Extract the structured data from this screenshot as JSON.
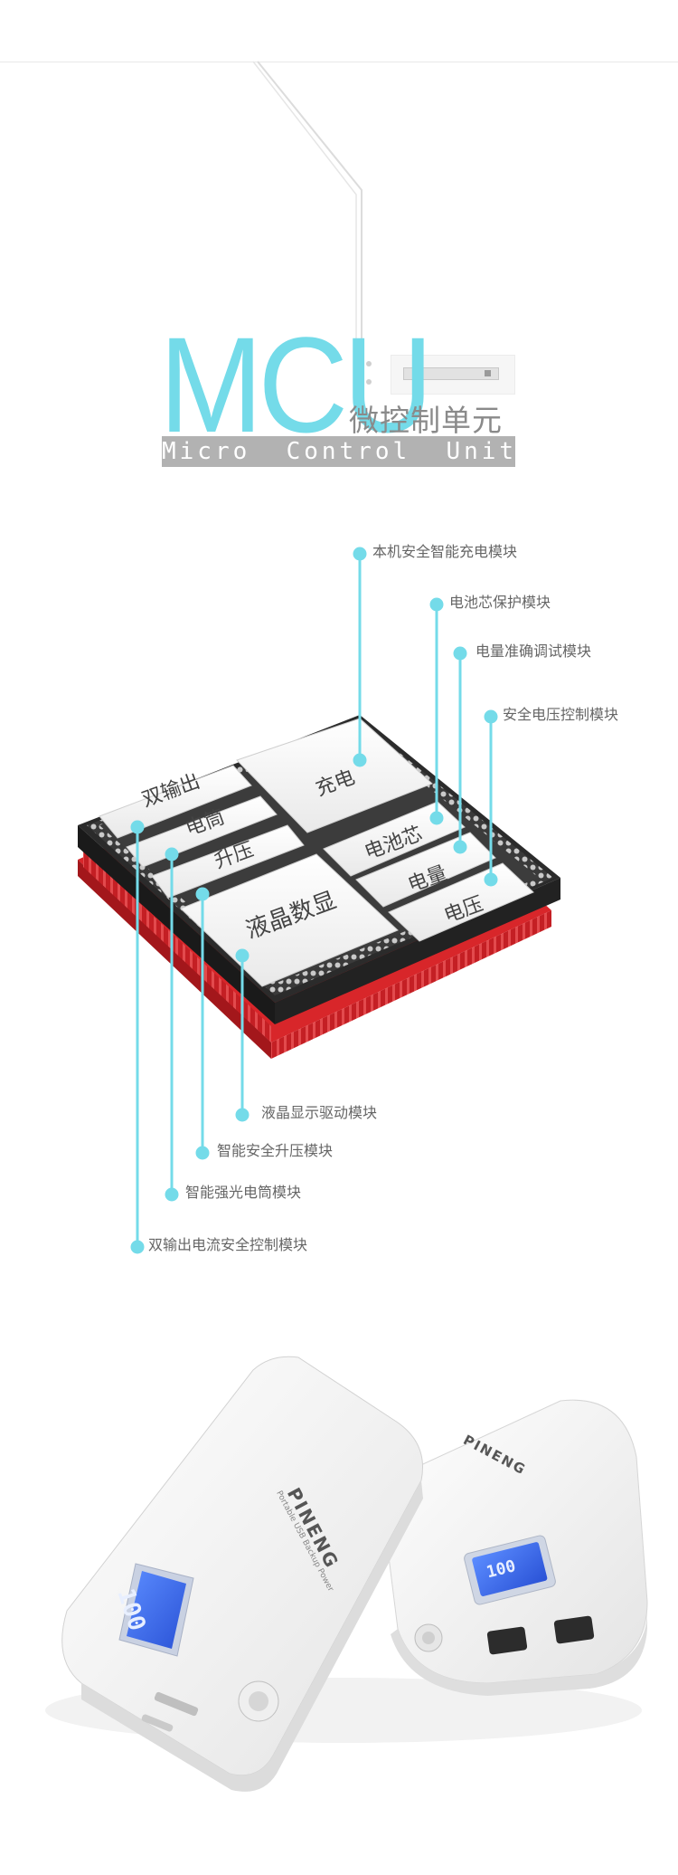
{
  "header": {
    "mcu": "MCU",
    "mcu_cn": "微控制单元",
    "mcu_en": "Micro  Control  Unit"
  },
  "chip": {
    "blocks": {
      "dual_output": "双输出",
      "flashlight": "电筒",
      "boost": "升压",
      "lcd": "液晶数显",
      "charge": "充电",
      "cell": "电池芯",
      "battery_level": "电量",
      "voltage": "电压"
    }
  },
  "callouts": {
    "charge": "本机安全智能充电模块",
    "cell_protect": "电池芯保护模块",
    "level_calib": "电量准确调试模块",
    "voltage_ctrl": "安全电压控制模块",
    "lcd_driver": "液晶显示驱动模块",
    "boost": "智能安全升压模块",
    "flashlight": "智能强光电筒模块",
    "dual_output": "双输出电流安全控制模块"
  },
  "product": {
    "brand_left": "PINENG",
    "brand_right": "PINENG",
    "subtitle": "Portable USB Backup Power",
    "lcd_left": "100",
    "lcd_right": "100"
  },
  "colors": {
    "accent": "#74dbe9",
    "chip_red": "#d8262a",
    "lcd_blue": "#3a6df0"
  }
}
